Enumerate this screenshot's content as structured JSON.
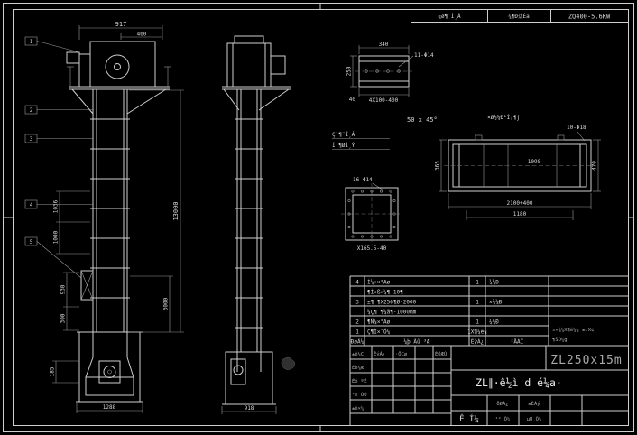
{
  "header": {
    "cell1": "¼ø¶¨Ì¸Á",
    "cell2": "¾¶Ð걨Éä",
    "cell3": "ZQ400-5.6KW"
  },
  "front_view": {
    "dim_top_width": "917",
    "dim_top_inner": "460",
    "dim_height_total": "13000",
    "dim_height_seg": "3000",
    "dim_left_1": "1036",
    "dim_left_2": "1000",
    "dim_left_3": "930",
    "dim_left_4": "300",
    "dim_left_5": "185",
    "dim_bottom_width": "1288",
    "balloons": [
      "1",
      "2",
      "3",
      "4",
      "5"
    ]
  },
  "side_view": {
    "dim_bottom_width": "918"
  },
  "detail_channel": {
    "dim_width": "340",
    "dim_height": "250",
    "holes_label": "11-Φ14",
    "dim_bottom": "4X100-400",
    "dim_small": "40"
  },
  "detail_flange": {
    "holes_label": "16-Φ14",
    "dim_bottom": "X165.5-40"
  },
  "detail_casing": {
    "label": "¤Ø½¼Ð¹Ì¡¶j",
    "chamfer_note": "50 x 45°",
    "holes_label": "10-Φ18",
    "dim_inner": "1098",
    "dim_left": "365",
    "dim_right": "470",
    "dim_bottom_1": "2100+400",
    "dim_bottom_2": "1180"
  },
  "labels": {
    "note_line1": "Ç¹¶¨Ì¸Á",
    "note_line2": "Í¡¶ØÌ¸Ý"
  },
  "parts_table": {
    "rows": [
      {
        "no": "4",
        "name": "Í¼÷×°Aø",
        "qty": "1",
        "mat": "¾¼Ð"
      },
      {
        "no": "",
        "name": "¶Ì»ß«¼¶ 10¶",
        "qty": "",
        "mat": ""
      },
      {
        "no": "3",
        "name": "±¶ ¶X256¶Ø-2000",
        "qty": "1",
        "mat": "×¾¼Ð"
      },
      {
        "no": "",
        "name": "¼Ç¶ ¶¼ä¶-1000mm",
        "qty": "",
        "mat": ""
      },
      {
        "no": "2",
        "name": "¶Ñ¼×°Aø",
        "qty": "1",
        "mat": "¾¼Ð"
      },
      {
        "no": "1",
        "name": "Ç¶Ì×¯Ó¼",
        "qty": "1X¶¼ê¼",
        "mat": ""
      }
    ],
    "header": {
      "no": "ÐøÂ¼",
      "name": "¼þ Ãû ³Æ",
      "qty": "ÊýÁ¿",
      "mat": "²ÄÁÏ"
    },
    "note_line1": "¤×¾¼X¶ê¼¼ ±,X¢",
    "note_line2": "¶ŠÒ¼g"
  },
  "title_block": {
    "model": "ZL250x15m",
    "title": "ZL∥·ê½ì d é¼a·",
    "sheet_label": "Ê Í¼",
    "sig_labels": {
      "r1c1": "±ê¼Ç",
      "r1c2": "ÊýÁ¿",
      "r1c3": "·ÖÇø",
      "r1c4": "ÈÕÆÚ",
      "r2": "Éè¼Æ",
      "r3": "Éó ºË",
      "r4": "¹¤ ÒÕ",
      "r5": "±ê×¼"
    },
    "info": {
      "weight": "ÖØÁ¿",
      "scale": "±ÈÀý",
      "sheets": "¹² Õ¼",
      "sheet_no": "µÚ Õ¼"
    }
  }
}
